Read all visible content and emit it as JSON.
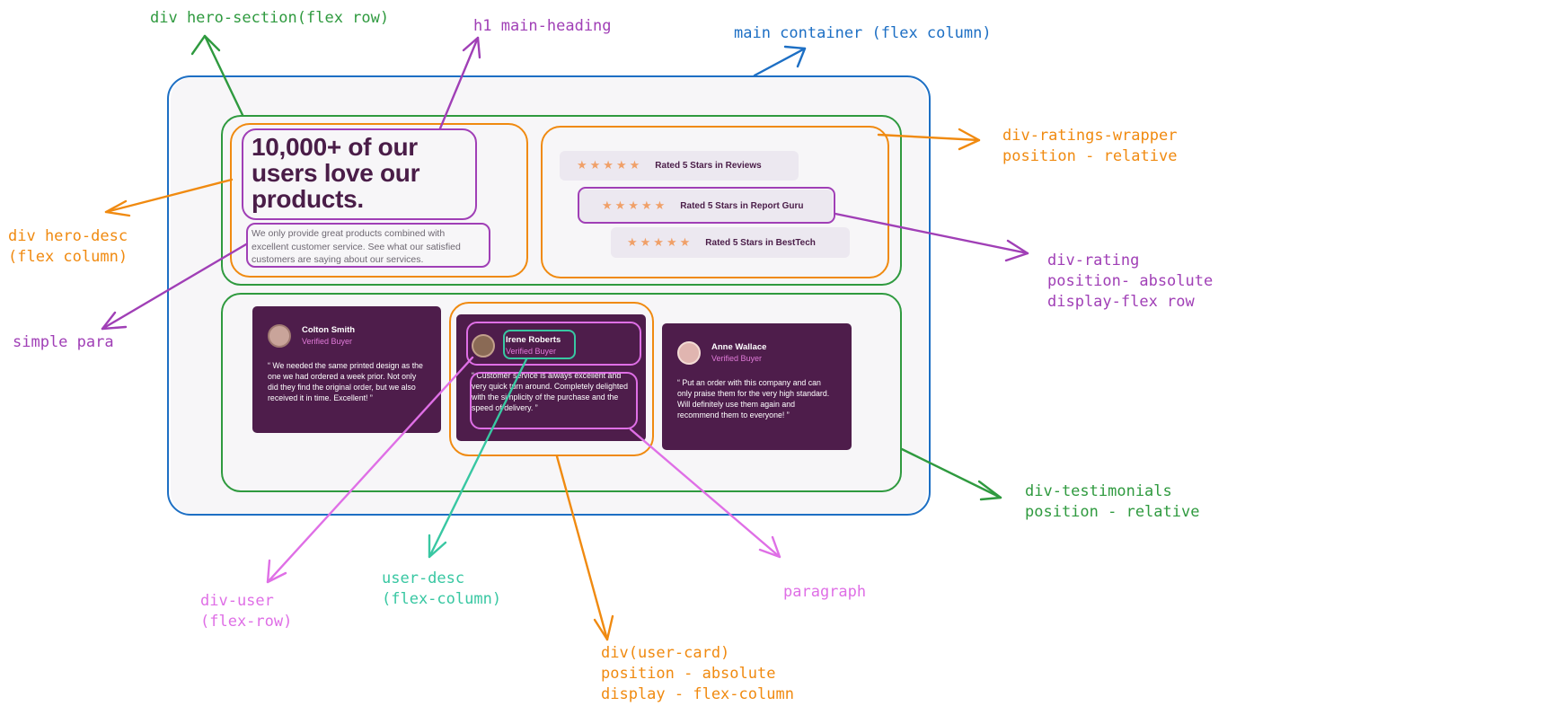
{
  "colors": {
    "blue": "#1d6fc4",
    "green": "#2f9a3f",
    "orange": "#f08a10",
    "purple": "#a03fb6",
    "pink": "#df6fe6",
    "teal": "#38c7a2",
    "brand_dark": "#4e1d4b",
    "star": "#f0a068"
  },
  "mockup": {
    "hero": {
      "heading": "10,000+ of our users love our products.",
      "description": "We only provide great products combined with excellent customer service. See what our satisfied customers are saying about our services."
    },
    "ratings": [
      {
        "stars": "★★★★★",
        "label": "Rated 5 Stars in Reviews"
      },
      {
        "stars": "★★★★★",
        "label": "Rated 5 Stars in Report Guru"
      },
      {
        "stars": "★★★★★",
        "label": "Rated 5 Stars in BestTech"
      }
    ],
    "testimonials": [
      {
        "name": "Colton Smith",
        "role": "Verified Buyer",
        "quote": "“ We needed the same printed design as the one we had ordered a week prior. Not only did they find the original order, but we also received it in time. Excellent! ”"
      },
      {
        "name": "Irene Roberts",
        "role": "Verified Buyer",
        "quote": "“ Customer service is always excellent and very quick turn around. Completely delighted with the simplicity of the purchase and the speed of delivery. ”"
      },
      {
        "name": "Anne Wallace",
        "role": "Verified Buyer",
        "quote": "“ Put an order with this company and can only praise them for the very high standard. Will definitely use them again and recommend them to everyone! ”"
      }
    ]
  },
  "annotations": {
    "hero_section": "div hero-section(flex row)",
    "main_heading": "h1 main-heading",
    "main_container": "main container (flex column)",
    "ratings_wrapper": [
      "div-ratings-wrapper",
      "position - relative"
    ],
    "hero_desc": [
      "div hero-desc",
      "(flex column)"
    ],
    "simple_para": "simple para",
    "rating": [
      "div-rating",
      "position- absolute",
      "display-flex row"
    ],
    "testimonials": [
      "div-testimonials",
      "position - relative"
    ],
    "user": [
      "div-user",
      "(flex-row)"
    ],
    "user_desc": [
      "user-desc",
      "(flex-column)"
    ],
    "user_card": [
      "div(user-card)",
      "position - absolute",
      "display - flex-column"
    ],
    "paragraph": "paragraph"
  }
}
